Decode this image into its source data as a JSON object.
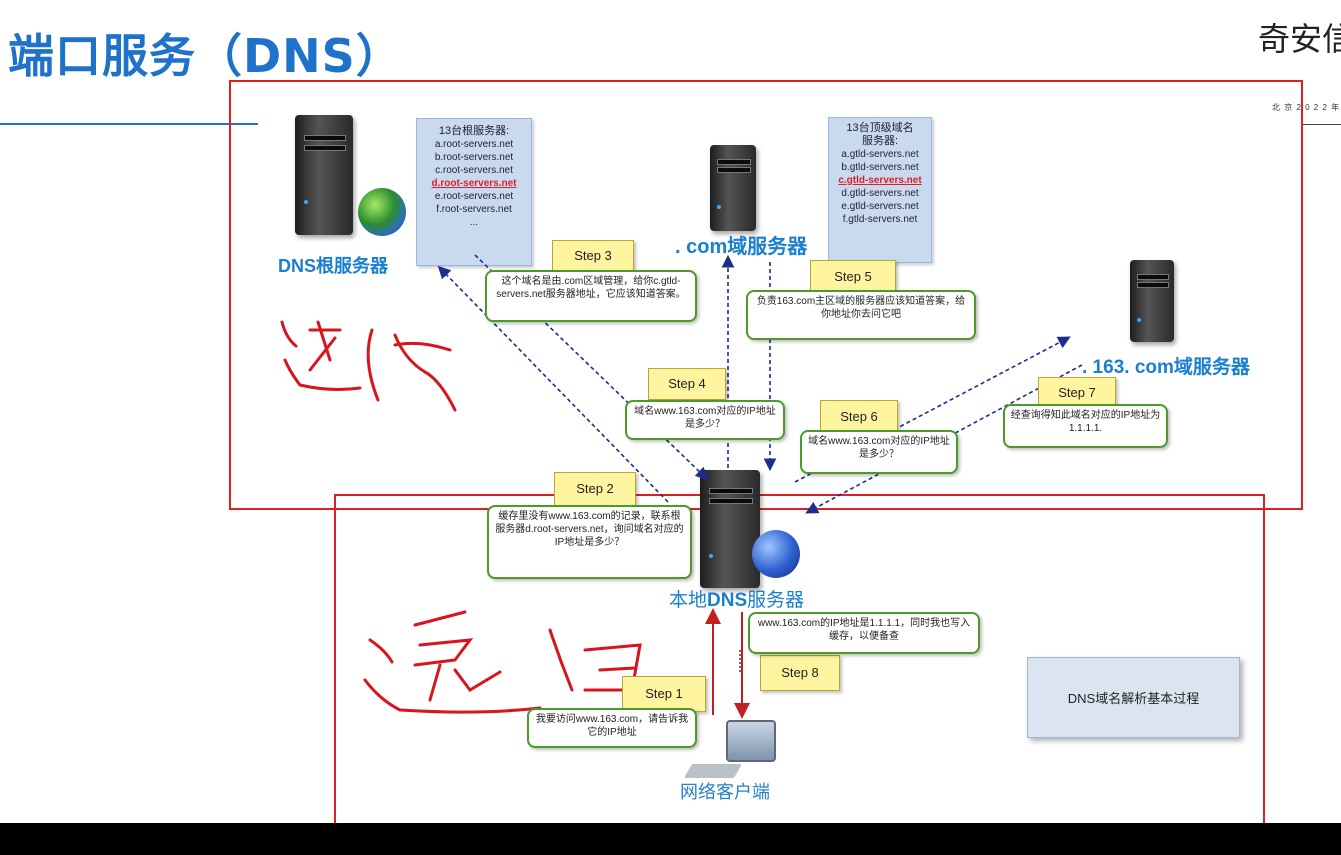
{
  "page": {
    "title": "端口服务（DNS）",
    "brand": "奇安信",
    "brand_subtitle": "北 京 2 0 2 2 年"
  },
  "diagram": {
    "root_server_label": "DNS根服务器",
    "root_servers_header": "13台根服务器:",
    "root_servers": [
      "a.root-servers.net",
      "b.root-servers.net",
      "c.root-servers.net",
      "d.root-servers.net",
      "e.root-servers.net",
      "f.root-servers.net",
      "..."
    ],
    "root_servers_highlight": "d.root-servers.net",
    "com_server_label": ". com域服务器",
    "tld_servers_header_line1": "13台顶级域名",
    "tld_servers_header_line2": "服务器:",
    "tld_servers": [
      "a.gtld-servers.net",
      "b.gtld-servers.net",
      "c.gtld-servers.net",
      "d.gtld-servers.net",
      "e.gtld-servers.net",
      "f.gtld-servers.net"
    ],
    "tld_servers_highlight": "c.gtld-servers.net",
    "domain163_server_label": ". 163. com域服务器",
    "local_dns_label_prefix": "本地",
    "local_dns_label_bold": "DNS",
    "local_dns_label_suffix": "服务器",
    "client_label": "网络客户端",
    "steps": [
      {
        "label": "Step 1",
        "text": "我要访问www.163.com，请告诉我它的IP地址"
      },
      {
        "label": "Step 2",
        "text": "缓存里没有www.163.com的记录，联系根服务器d.root-servers.net，询问域名对应的IP地址是多少？"
      },
      {
        "label": "Step 3",
        "text": "这个域名是由.com区域管理，给你c.gtld-servers.net服务器地址，它应该知道答案。"
      },
      {
        "label": "Step 4",
        "text": "域名www.163.com对应的IP地址是多少？"
      },
      {
        "label": "Step 5",
        "text": "负责163.com主区域的服务器应该知道答案，给你地址你去问它吧"
      },
      {
        "label": "Step 6",
        "text": "域名www.163.com对应的IP地址是多少？"
      },
      {
        "label": "Step 7",
        "text": "经查询得知此域名对应的IP地址为1.1.1.1."
      },
      {
        "label": "Step 8",
        "text": "www.163.com的IP地址是1.1.1.1，同时我也写入缓存，以便备查"
      }
    ],
    "legend": "DNS域名解析基本过程",
    "annotation_iterative": "迭代",
    "annotation_recursive": "递归"
  }
}
